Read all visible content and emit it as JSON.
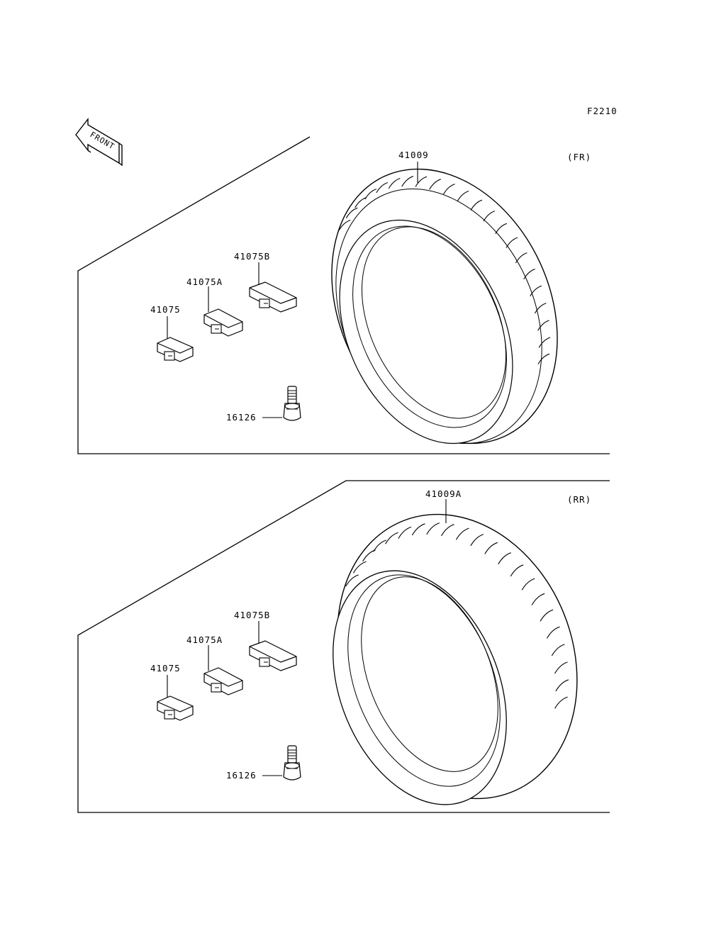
{
  "figure_code": "F2210",
  "front_arrow": {
    "label": "FRONT",
    "icon": "front-arrow-icon"
  },
  "panels": [
    {
      "position_label": "(FR)",
      "tire_part": "41009",
      "parts": {
        "clip": "41075",
        "clip_a": "41075A",
        "clip_b": "41075B",
        "valve": "16126"
      }
    },
    {
      "position_label": "(RR)",
      "tire_part": "41009A",
      "parts": {
        "clip": "41075",
        "clip_a": "41075A",
        "clip_b": "41075B",
        "valve": "16126"
      }
    }
  ]
}
